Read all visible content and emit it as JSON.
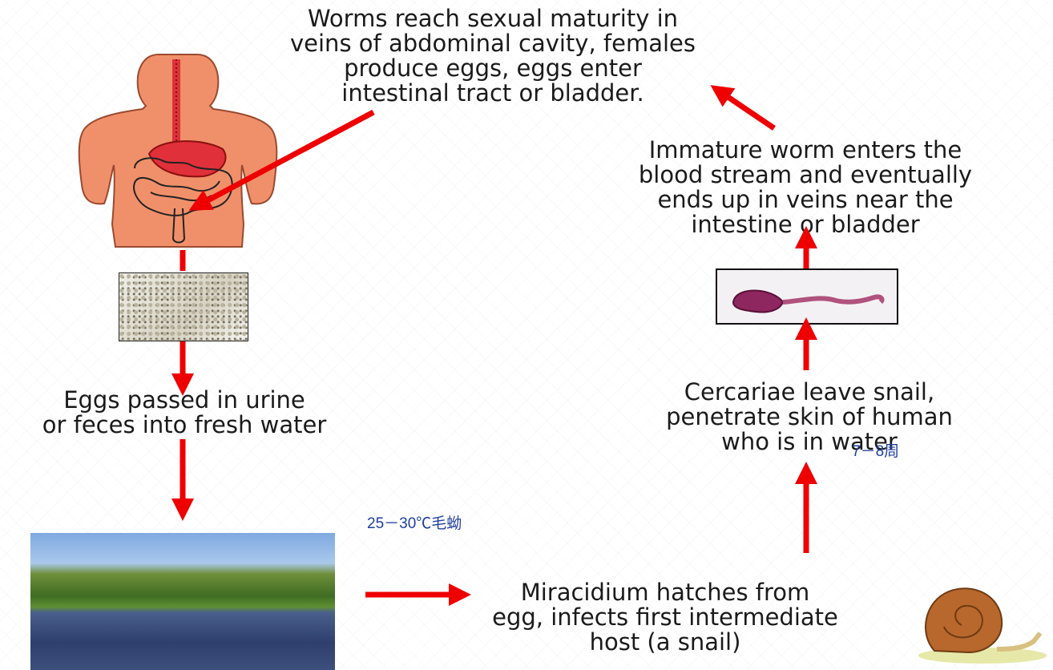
{
  "captions": {
    "worms": "Worms reach sexual maturity in\nveins of abdominal cavity, females\nproduce eggs, eggs enter\nintestinal tract or bladder.",
    "immature": "Immature worm enters the\nblood stream and eventually\nends up in veins near the\nintestine or bladder",
    "eggs": "Eggs passed in urine\nor feces into fresh water",
    "cercariae": "Cercariae leave snail,\npenetrate skin of human\nwho is in water",
    "miracidium": "Miracidium hatches from\negg, infects first intermediate\nhost (a snail)"
  },
  "notes": {
    "temperature": "25－30℃毛蚴",
    "weeks": "7－8周"
  },
  "colors": {
    "arrow": "#ee0000",
    "body": "#f0906a",
    "organ": "#e0303a",
    "river": "#3a4e82",
    "annotation": "#1f3fa0"
  },
  "icons": [
    "human-body-illustration",
    "egg-micrograph",
    "river-landscape",
    "worm-micrograph",
    "snail-illustration"
  ]
}
